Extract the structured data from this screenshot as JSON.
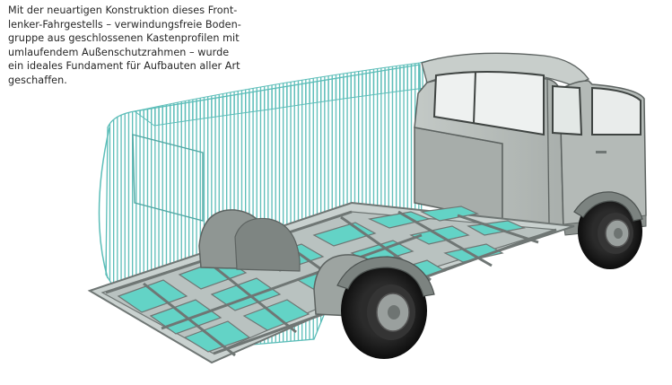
{
  "caption": {
    "lines": [
      "Mit der neuartigen Konstruktion dieses Front-",
      "lenker-Fahrgestells – verwindungsfreie Boden-",
      "gruppe aus geschlossenen Kastenprofilen mit",
      "umlaufendem Außenschutzrahmen – wurde",
      "ein ideales Fundament für Aufbauten aller Art",
      "geschaffen."
    ]
  },
  "illustration": {
    "subject": "cutaway drawing of a forward-control van chassis: cab with transparent hatched body outline over a box-section floor frame",
    "colors": {
      "hatch": "#5bbdb8",
      "frame_fill": "#c9d1cf",
      "frame_edge": "#6f7674",
      "floor_panel": "#63d3c6",
      "cab_body": "#bcc2bf",
      "cab_edge": "#5d6361",
      "tire": "#161616",
      "hub": "#9aa09e"
    }
  }
}
